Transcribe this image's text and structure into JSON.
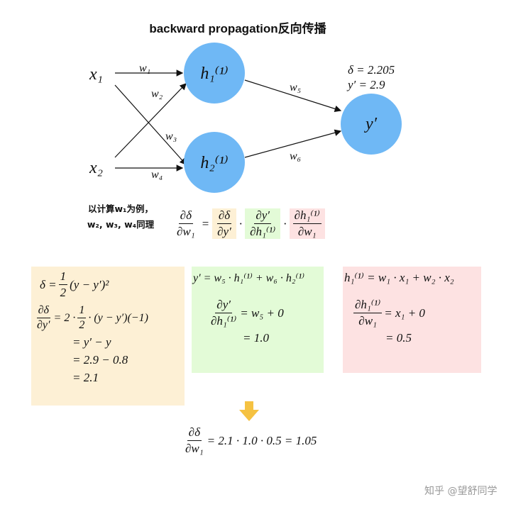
{
  "title": "backward propagation反向传播",
  "network": {
    "inputs": [
      "x₁",
      "x₂"
    ],
    "hidden": [
      "h₁⁽¹⁾",
      "h₂⁽¹⁾"
    ],
    "output": "y′",
    "weights": [
      "w₁",
      "w₂",
      "w₃",
      "w₄",
      "w₅",
      "w₆"
    ],
    "output_values": [
      "δ = 2.205",
      "y′ = 2.9"
    ]
  },
  "note": {
    "line1": "以计算w₁为例，",
    "line2": "w₂, w₃, w₄同理"
  },
  "chain": {
    "lhs": {
      "num": "∂δ",
      "den": "∂w₁"
    },
    "eq": "=",
    "dot": "·",
    "factors": [
      {
        "num": "∂δ",
        "den": "∂y′"
      },
      {
        "num": "∂y′",
        "den": "∂h₁⁽¹⁾"
      },
      {
        "num": "∂h₁⁽¹⁾",
        "den": "∂w₁"
      }
    ]
  },
  "box_loss": {
    "l1a": "δ =",
    "l1frac": {
      "num": "1",
      "den": "2"
    },
    "l1b": "(y − y′)²",
    "l2frac": {
      "num": "∂δ",
      "den": "∂y′"
    },
    "l2a": "= 2 ·",
    "l2frac2": {
      "num": "1",
      "den": "2"
    },
    "l2b": "· (y − y′)(−1)",
    "lines": [
      "= y′ − y",
      "= 2.9 − 0.8",
      "= 2.1"
    ]
  },
  "box_output": {
    "l1": "y′ = w₅ · h₁⁽¹⁾ + w₆ · h₂⁽¹⁾",
    "frac": {
      "num": "∂y′",
      "den": "∂h₁⁽¹⁾"
    },
    "l2": "= w₅ + 0",
    "l3": "= 1.0"
  },
  "box_hidden": {
    "l1": "h₁⁽¹⁾ = w₁ · x₁ + w₂ · x₂",
    "frac": {
      "num": "∂h₁⁽¹⁾",
      "den": "∂w₁"
    },
    "l2": "= x₁ + 0",
    "l3": "= 0.5"
  },
  "final": {
    "frac": {
      "num": "∂δ",
      "den": "∂w₁"
    },
    "rhs": "= 2.1 · 1.0 · 0.5 = 1.05"
  },
  "watermark": "知乎 @望舒同学",
  "colors": {
    "node": "#6fb8f5",
    "orange": "#fdf0d5",
    "green": "#e3fbd7",
    "red": "#fde2e2",
    "arrow": "#f5c242"
  }
}
